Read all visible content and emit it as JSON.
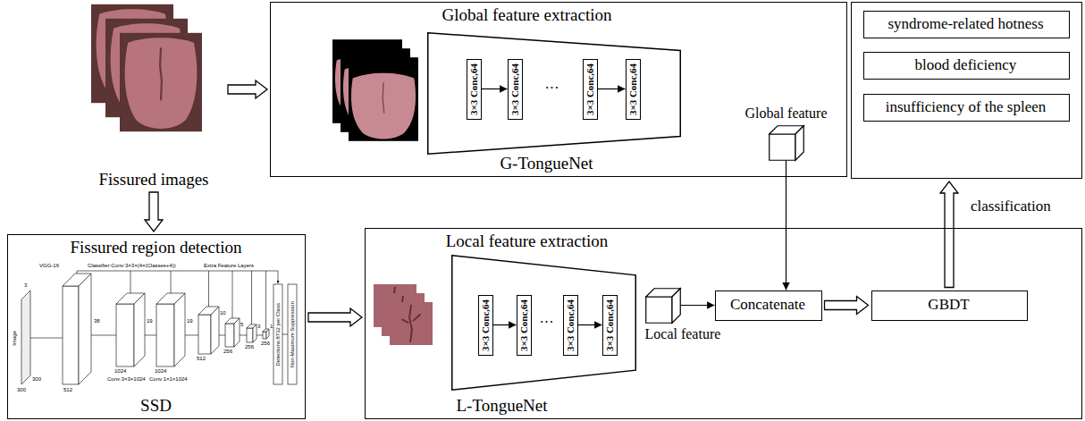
{
  "diagram": {
    "nodes": [
      {
        "text": [
          "Fissured images"
        ]
      },
      {
        "text": [
          "Global feature extraction",
          "G-TongueNet"
        ]
      },
      {
        "text": [
          "···"
        ],
        "in": 1
      },
      {
        "text": [
          "3×3 Conc,64"
        ],
        "in": 2
      },
      {
        "text": [
          "3×3 Conc,64"
        ],
        "in": 2
      },
      {
        "text": [
          "3×3 Conc,64"
        ],
        "in": 2
      },
      {
        "text": [
          "3×3 Conc,64"
        ],
        "in": 2
      },
      {
        "text": [
          "Global feature"
        ],
        "in": 1
      },
      {
        "text": []
      },
      {
        "text": [
          "syndrome-related hotness"
        ],
        "in": 8
      },
      {
        "text": [
          "blood deficiency"
        ],
        "in": 8
      },
      {
        "text": [
          "insufficiency of the spleen"
        ],
        "in": 8
      },
      {
        "text": [
          "Fissured region detection",
          "SSD"
        ]
      },
      {
        "text": [
          "Local feature extraction",
          "L-TongueNet"
        ]
      },
      {
        "text": [
          "···"
        ],
        "in": 13
      },
      {
        "text": [
          "3×3 Conc,64"
        ],
        "in": 14
      },
      {
        "text": [
          "3×3 Conc,64"
        ],
        "in": 14
      },
      {
        "text": [
          "3×3 Conc,64"
        ],
        "in": 14
      },
      {
        "text": [
          "3×3 Conc,64"
        ],
        "in": 14
      },
      {
        "text": [
          "Local feature"
        ],
        "in": 13
      },
      {
        "text": [
          "Concatenate"
        ],
        "in": 13
      },
      {
        "text": [
          "GBDT"
        ],
        "in": 13
      }
    ],
    "edges": [
      {
        "from": 0,
        "to": 1,
        "arrow": "to"
      },
      {
        "from": 0,
        "to": 12,
        "arrow": "to"
      },
      {
        "from": 3,
        "to": 4,
        "arrow": "to"
      },
      {
        "from": 5,
        "to": 6,
        "arrow": "to"
      },
      {
        "from": 7,
        "to": 20,
        "arrow": "to"
      },
      {
        "from": 12,
        "to": 13,
        "arrow": "to"
      },
      {
        "from": 15,
        "to": 16,
        "arrow": "to"
      },
      {
        "from": 17,
        "to": 18,
        "arrow": "to"
      },
      {
        "from": 19,
        "to": 20,
        "arrow": "to"
      },
      {
        "from": 20,
        "to": 21,
        "arrow": "to"
      },
      {
        "from": 21,
        "to": 8,
        "arrow": "to",
        "label": "classification"
      }
    ],
    "labels": [
      "Image",
      "300",
      "300",
      "3",
      "VGG-16",
      "38",
      "512",
      "Classifier:Conv:3×3×(4×(Classes+4))",
      "Extra Feature Layers",
      "19",
      "1024",
      "Conv:3×3×1024",
      "19",
      "1024",
      "Conv:1×1×1024",
      "10",
      "512",
      "5",
      "256",
      "3",
      "256",
      "1",
      "256",
      "Detections:8732 per Class",
      "Non-Maximum Suppression"
    ]
  }
}
